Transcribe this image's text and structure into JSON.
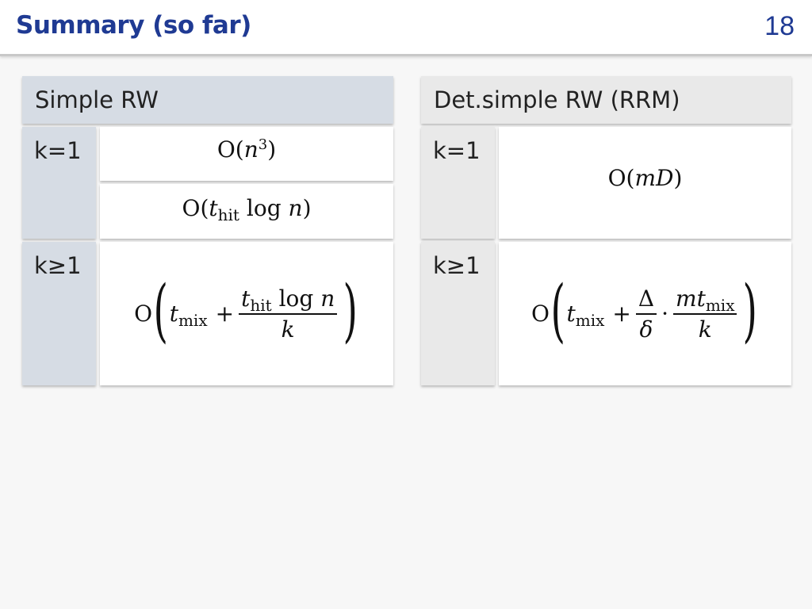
{
  "header": {
    "title": "Summary (so far)",
    "page_number": "18"
  },
  "left_table": {
    "heading": "Simple RW",
    "row1_label": "k=1",
    "row1_value_a": {
      "big_o": "O",
      "var": "n",
      "exp": "3"
    },
    "row1_value_b": {
      "big_o": "O",
      "t": "t",
      "sub": "hit",
      "log": "log",
      "var": "n"
    },
    "row2_label": "k≥1",
    "row2_value": {
      "big_o": "O",
      "t": "t",
      "sub_mix": "mix",
      "plus": "+",
      "num_t": "t",
      "num_sub": "hit",
      "num_log": "log",
      "num_var": "n",
      "den": "k"
    }
  },
  "right_table": {
    "heading": "Det.simple RW (RRM)",
    "row1_label": "k=1",
    "row1_value": {
      "big_o": "O",
      "expr": "mD"
    },
    "row2_label": "k≥1",
    "row2_value": {
      "big_o": "O",
      "t": "t",
      "sub_mix": "mix",
      "plus": "+",
      "frac1_num": "Δ",
      "frac1_den": "δ",
      "dot": "·",
      "frac2_num_m": "m",
      "frac2_num_t": "t",
      "frac2_num_sub": "mix",
      "frac2_den": "k"
    }
  },
  "colors": {
    "title": "#1f3a93",
    "left_shade": "#d6dce4",
    "right_shade": "#e9e9e9"
  }
}
